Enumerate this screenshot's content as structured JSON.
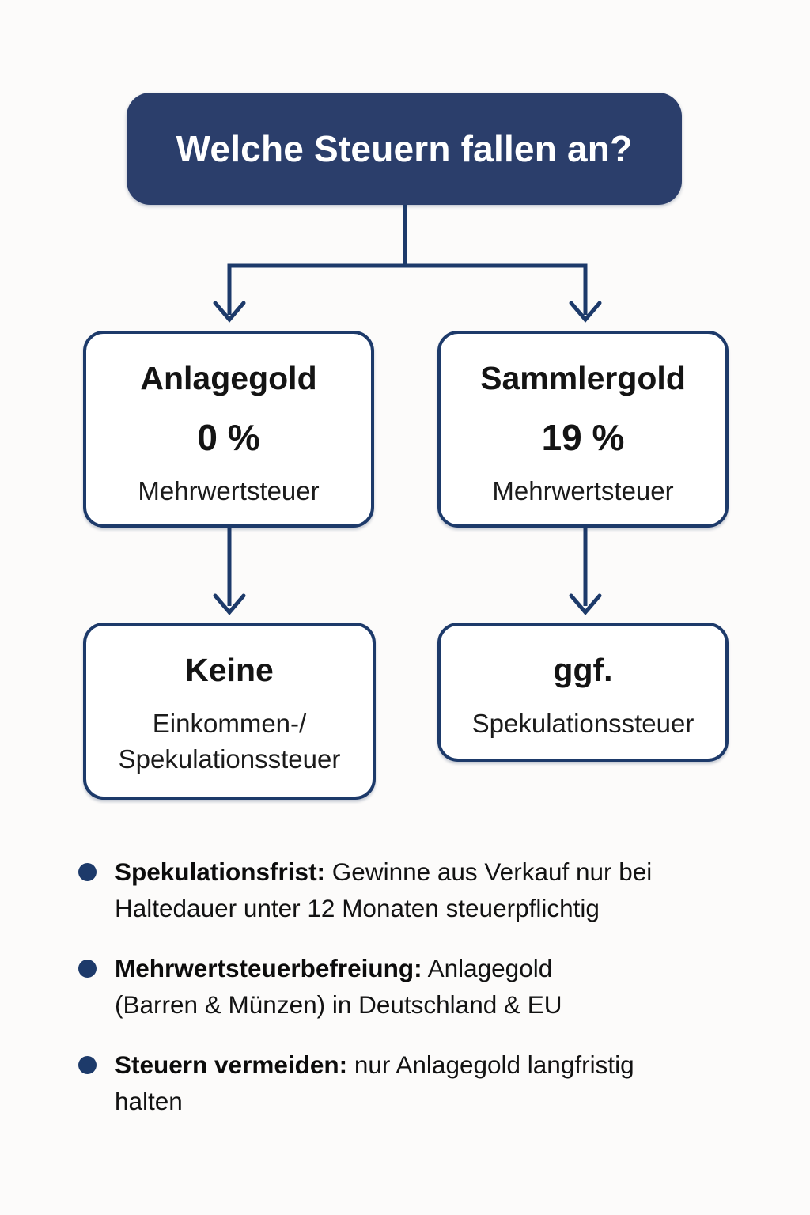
{
  "colors": {
    "header_fill": "#2b3e6b",
    "line_and_border": "#1d3a6a",
    "header_text": "#ffffff",
    "box_text": "#141414",
    "background": "#fcfbfa"
  },
  "header": {
    "title": "Welche Steuern fallen an?"
  },
  "nodes": {
    "anlagegold": {
      "title": "Anlagegold",
      "value": "0 %",
      "label": "Mehrwertsteuer"
    },
    "sammlergold": {
      "title": "Sammlergold",
      "value": "19 %",
      "label": "Mehrwertsteuer"
    },
    "keine": {
      "title": "Keine",
      "line1": "Einkommen-/",
      "line2": "Spekulationssteuer"
    },
    "ggf": {
      "title": "ggf.",
      "line1": "Spekulationssteuer"
    }
  },
  "bullets": [
    {
      "lead": "Spekulationsfrist:",
      "line1": " Gewinne aus Verkauf nur bei",
      "line2": "Haltedauer unter 12 Monaten steuerpflichtig"
    },
    {
      "lead": "Mehrwertsteuerbefreiung:",
      "line1": " Anlagegold",
      "line2": "(Barren & Münzen) in Deutschland & EU"
    },
    {
      "lead": "Steuern vermeiden:",
      "line1": " nur Anlagegold langfristig",
      "line2": "halten"
    }
  ]
}
